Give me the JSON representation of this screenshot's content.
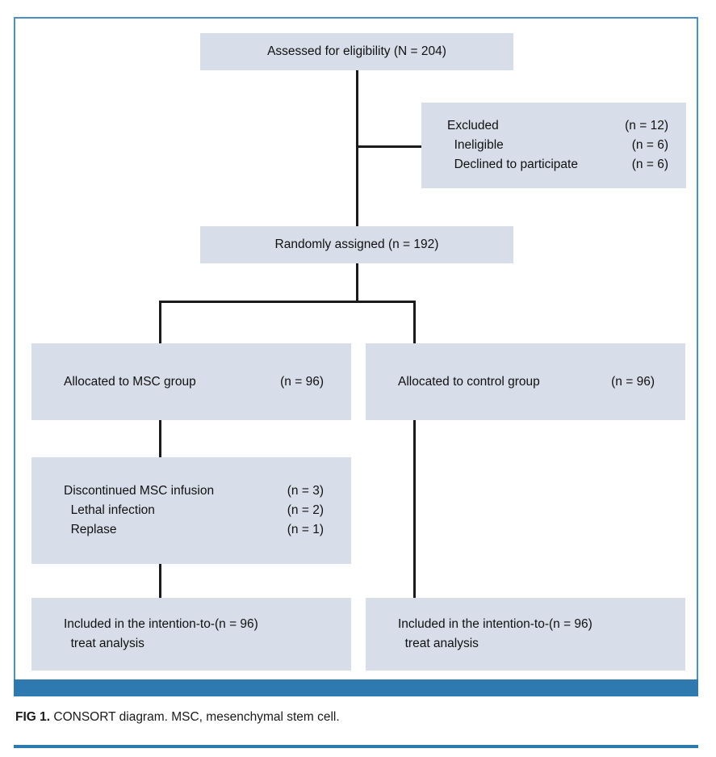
{
  "figure": {
    "caption_label": "FIG 1.",
    "caption_text": " CONSORT diagram. MSC, mesenchymal stem cell.",
    "accent_color": "#2d79b0",
    "box_fill_color": "#d7dde9",
    "line_color": "#1a1a1a",
    "frame_border_color": "#4a90c4"
  },
  "chart_data": {
    "type": "diagram",
    "title": "CONSORT diagram",
    "nodes": [
      {
        "id": "assessed",
        "label": "Assessed for eligibility (N = 204)",
        "n": 204
      },
      {
        "id": "excluded",
        "label": "Excluded",
        "n": 12,
        "children": [
          {
            "label": "Ineligible",
            "n": 6
          },
          {
            "label": "Declined to participate",
            "n": 6
          }
        ]
      },
      {
        "id": "randomized",
        "label": "Randomly assigned (n = 192)",
        "n": 192
      },
      {
        "id": "alloc_msc",
        "label": "Allocated to MSC group",
        "n": 96
      },
      {
        "id": "alloc_control",
        "label": "Allocated to control group",
        "n": 96
      },
      {
        "id": "discontinued",
        "label": "Discontinued MSC infusion",
        "n": 3,
        "children": [
          {
            "label": "Lethal infection",
            "n": 2
          },
          {
            "label": "Replase",
            "n": 1
          }
        ]
      },
      {
        "id": "itt_msc",
        "label": "Included in the intention-to-treat analysis",
        "n": 96
      },
      {
        "id": "itt_control",
        "label": "Included in the intention-to-treat analysis",
        "n": 96
      }
    ],
    "edges": [
      {
        "from": "assessed",
        "to": "randomized"
      },
      {
        "from": "assessed",
        "to": "excluded"
      },
      {
        "from": "randomized",
        "to": "alloc_msc"
      },
      {
        "from": "randomized",
        "to": "alloc_control"
      },
      {
        "from": "alloc_msc",
        "to": "discontinued"
      },
      {
        "from": "discontinued",
        "to": "itt_msc"
      },
      {
        "from": "alloc_control",
        "to": "itt_control"
      }
    ]
  },
  "boxes": {
    "assessed": {
      "text": "Assessed for eligibility (N = 204)"
    },
    "excluded": {
      "row1_label": "Excluded",
      "row1_count": "(n = 12)",
      "row2_label": "  Ineligible",
      "row2_count": "(n = 6)",
      "row3_label": "  Declined to participate",
      "row3_count": "(n = 6)"
    },
    "randomized": {
      "text": "Randomly assigned (n = 192)"
    },
    "allocated_msc": {
      "label": "Allocated to MSC group",
      "count": "(n = 96)"
    },
    "allocated_control": {
      "label": "Allocated to control group",
      "count": "(n = 96)"
    },
    "discontinued": {
      "row1_label": "Discontinued MSC infusion",
      "row1_count": "(n = 3)",
      "row2_label": "  Lethal infection",
      "row2_count": "(n = 2)",
      "row3_label": "  Replase",
      "row3_count": "(n = 1)"
    },
    "itt_msc": {
      "line1_label": "Included in the intention-to-",
      "line1_count": "(n = 96)",
      "line2": "  treat analysis"
    },
    "itt_control": {
      "line1_label": "Included in the intention-to-",
      "line1_count": "(n = 96)",
      "line2": "  treat analysis"
    }
  }
}
